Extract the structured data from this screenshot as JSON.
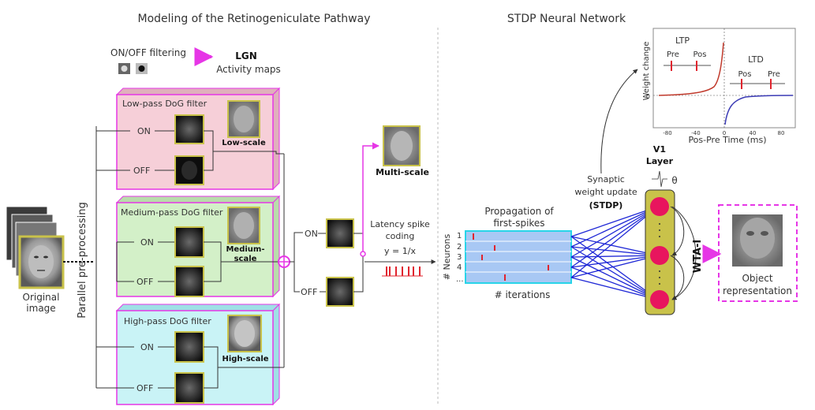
{
  "sections": {
    "left_title": "Modeling of the Retinogeniculate Pathway",
    "right_title": "STDP Neural Network"
  },
  "onoff": {
    "label": "ON/OFF filtering",
    "lgn": "LGN",
    "lgn_sub": "Activity maps"
  },
  "original": {
    "line1": "Original",
    "line2": "image"
  },
  "parallel": "Parallel pre-processing",
  "filters": [
    {
      "title": "Low-pass DoG filter",
      "on": "ON",
      "off": "OFF",
      "scale_line1": "Low-scale",
      "scale_line2": "",
      "color": "#f6cfd8"
    },
    {
      "title": "Medium-pass DoG filter",
      "on": "ON",
      "off": "OFF",
      "scale_line1": "Medium-",
      "scale_line2": "scale",
      "color": "#d3f0c8"
    },
    {
      "title": "High-pass DoG filter",
      "on": "ON",
      "off": "OFF",
      "scale_line1": "High-scale",
      "scale_line2": "",
      "color": "#c9f3f6"
    }
  ],
  "combined": {
    "on": "ON",
    "off": "OFF",
    "multi": "Multi-scale"
  },
  "latency": {
    "line1": "Latency spike",
    "line2": "coding",
    "formula": "y = 1/x"
  },
  "propagation": {
    "title1": "Propagation of",
    "title2": "first-spikes",
    "ylabel": "# Neurons",
    "rows": [
      "1",
      "2",
      "3",
      "4",
      "..."
    ],
    "xlabel": "# iterations"
  },
  "synaptic": {
    "line1": "Synaptic",
    "line2": "weight update",
    "line3": "(STDP)"
  },
  "v1": {
    "line1": "V1",
    "line2": "Layer",
    "theta": "θ",
    "wta": "WTA-I"
  },
  "object": {
    "line1": "Object",
    "line2": "representation"
  },
  "stdp_plot": {
    "ylabel": "Weight change",
    "xlabel": "Pos-Pre Time (ms)",
    "ticks": [
      "-80",
      "-40",
      "0",
      "40",
      "80"
    ],
    "ltp": "LTP",
    "ltd": "LTD",
    "pre": "Pre",
    "pos": "Pos",
    "zero": "0",
    "ltp_color": "#c0392b",
    "ltd_color": "#3b3bb5"
  },
  "colors": {
    "accent": "#e636e6",
    "spike": "#e0242e",
    "net": "#1f28d6",
    "v1": "#c9c24a"
  }
}
